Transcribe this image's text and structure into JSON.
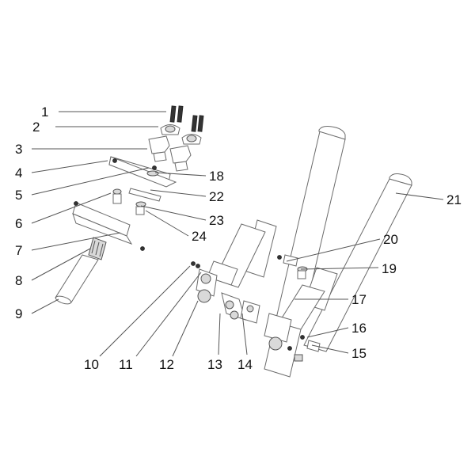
{
  "diagram": {
    "callouts": [
      {
        "id": 1,
        "label": "1"
      },
      {
        "id": 2,
        "label": "2"
      },
      {
        "id": 3,
        "label": "3"
      },
      {
        "id": 4,
        "label": "4"
      },
      {
        "id": 5,
        "label": "5"
      },
      {
        "id": 6,
        "label": "6"
      },
      {
        "id": 7,
        "label": "7"
      },
      {
        "id": 8,
        "label": "8"
      },
      {
        "id": 9,
        "label": "9"
      },
      {
        "id": 10,
        "label": "10"
      },
      {
        "id": 11,
        "label": "11"
      },
      {
        "id": 12,
        "label": "12"
      },
      {
        "id": 13,
        "label": "13"
      },
      {
        "id": 14,
        "label": "14"
      },
      {
        "id": 15,
        "label": "15"
      },
      {
        "id": 16,
        "label": "16"
      },
      {
        "id": 17,
        "label": "17"
      },
      {
        "id": 18,
        "label": "18"
      },
      {
        "id": 19,
        "label": "19"
      },
      {
        "id": 20,
        "label": "20"
      },
      {
        "id": 21,
        "label": "21"
      },
      {
        "id": 22,
        "label": "22"
      },
      {
        "id": 23,
        "label": "23"
      },
      {
        "id": 24,
        "label": "24"
      }
    ]
  }
}
